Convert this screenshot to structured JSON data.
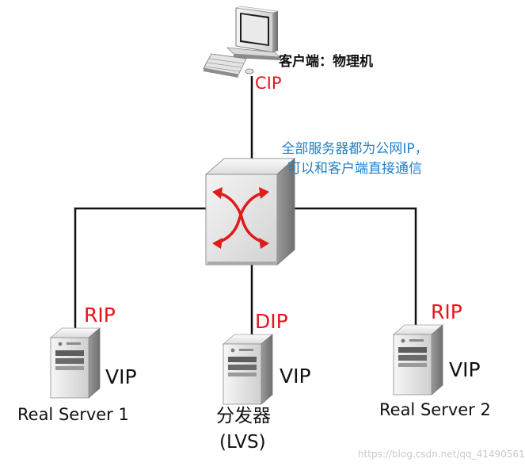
{
  "client": {
    "label": "客户端：物理机",
    "ip": "CIP"
  },
  "note": {
    "line1": "全部服务器都为公网IP，",
    "line2": "可以和客户端直接通信"
  },
  "servers": [
    {
      "name": "Real Server 1",
      "ip": "RIP",
      "vip": "VIP"
    },
    {
      "name_line1": "分发器",
      "name_line2": "(LVS)",
      "ip": "DIP",
      "vip": "VIP"
    },
    {
      "name": "Real Server 2",
      "ip": "RIP",
      "vip": "VIP"
    }
  ],
  "watermark": "https://blog.csdn.net/qq_41490561",
  "colors": {
    "ip_label": "#e8141b",
    "note": "#1f7fc8",
    "line": "#111111"
  },
  "icons": {
    "client": "desktop-computer-icon",
    "switch": "network-switch-icon",
    "server": "tower-server-icon"
  }
}
